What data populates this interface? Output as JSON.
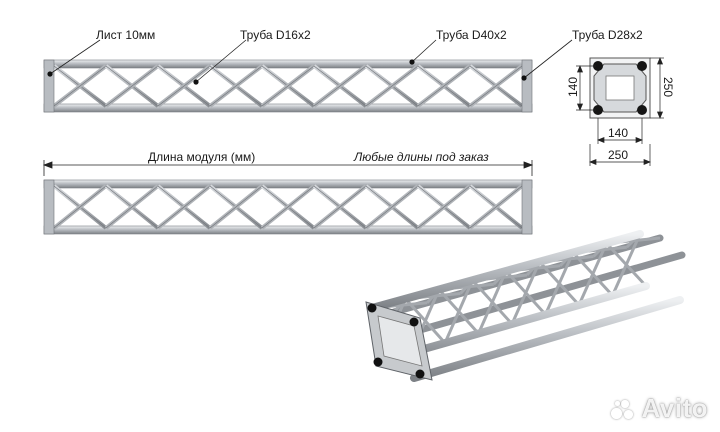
{
  "labels": {
    "sheet": "Лист 10мм",
    "tube_d16": "Труба D16x2",
    "tube_d40": "Труба D40x2",
    "tube_d28": "Труба D28x2",
    "module_length": "Длина модуля (мм)",
    "any_length": "Любые длины под заказ"
  },
  "dimensions": {
    "inner_height": "140",
    "outer_height": "250",
    "inner_width": "140",
    "outer_width": "250"
  },
  "watermark": {
    "text": "Avito"
  },
  "colors": {
    "metal": "#a9adb2",
    "metal_dark": "#6f7378",
    "metal_light": "#d9dcdf",
    "line": "#222222"
  }
}
